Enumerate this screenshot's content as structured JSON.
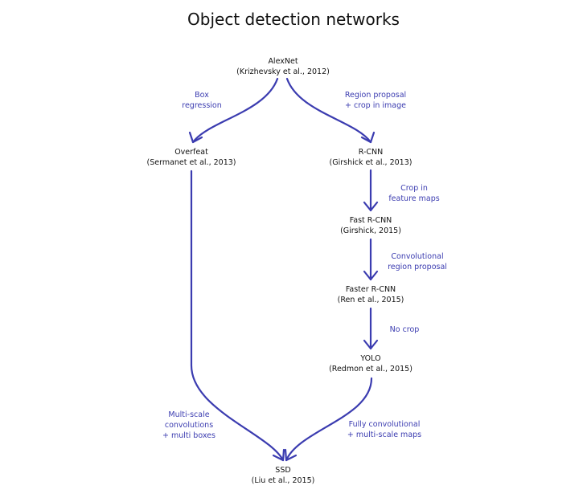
{
  "title": "Object detection networks",
  "colors": {
    "edge": "#3b3cb0",
    "edge_label": "#3b3cb0",
    "node_text": "#111111"
  },
  "nodes": {
    "alexnet": {
      "name": "AlexNet",
      "citation": "(Krizhevsky et al., 2012)"
    },
    "overfeat": {
      "name": "Overfeat",
      "citation": "(Sermanet et al., 2013)"
    },
    "rcnn": {
      "name": "R-CNN",
      "citation": "(Girshick et al., 2013)"
    },
    "fast_rcnn": {
      "name": "Fast R-CNN",
      "citation": "(Girshick, 2015)"
    },
    "faster_rcnn": {
      "name": "Faster R-CNN",
      "citation": "(Ren et al., 2015)"
    },
    "yolo": {
      "name": "YOLO",
      "citation": "(Redmon et al., 2015)"
    },
    "ssd": {
      "name": "SSD",
      "citation": "(Liu et al., 2015)"
    }
  },
  "edges": {
    "alexnet_overfeat": {
      "lines": [
        "Box",
        "regression"
      ]
    },
    "alexnet_rcnn": {
      "lines": [
        "Region proposal",
        "+ crop in image"
      ]
    },
    "rcnn_fast": {
      "lines": [
        "Crop in",
        "feature maps"
      ]
    },
    "fast_faster": {
      "lines": [
        "Convolutional",
        "region proposal"
      ]
    },
    "faster_yolo": {
      "lines": [
        "No crop"
      ]
    },
    "overfeat_ssd": {
      "lines": [
        "Multi-scale",
        "convolutions",
        "+ multi boxes"
      ]
    },
    "yolo_ssd": {
      "lines": [
        "Fully convolutional",
        "+ multi-scale maps"
      ]
    }
  }
}
